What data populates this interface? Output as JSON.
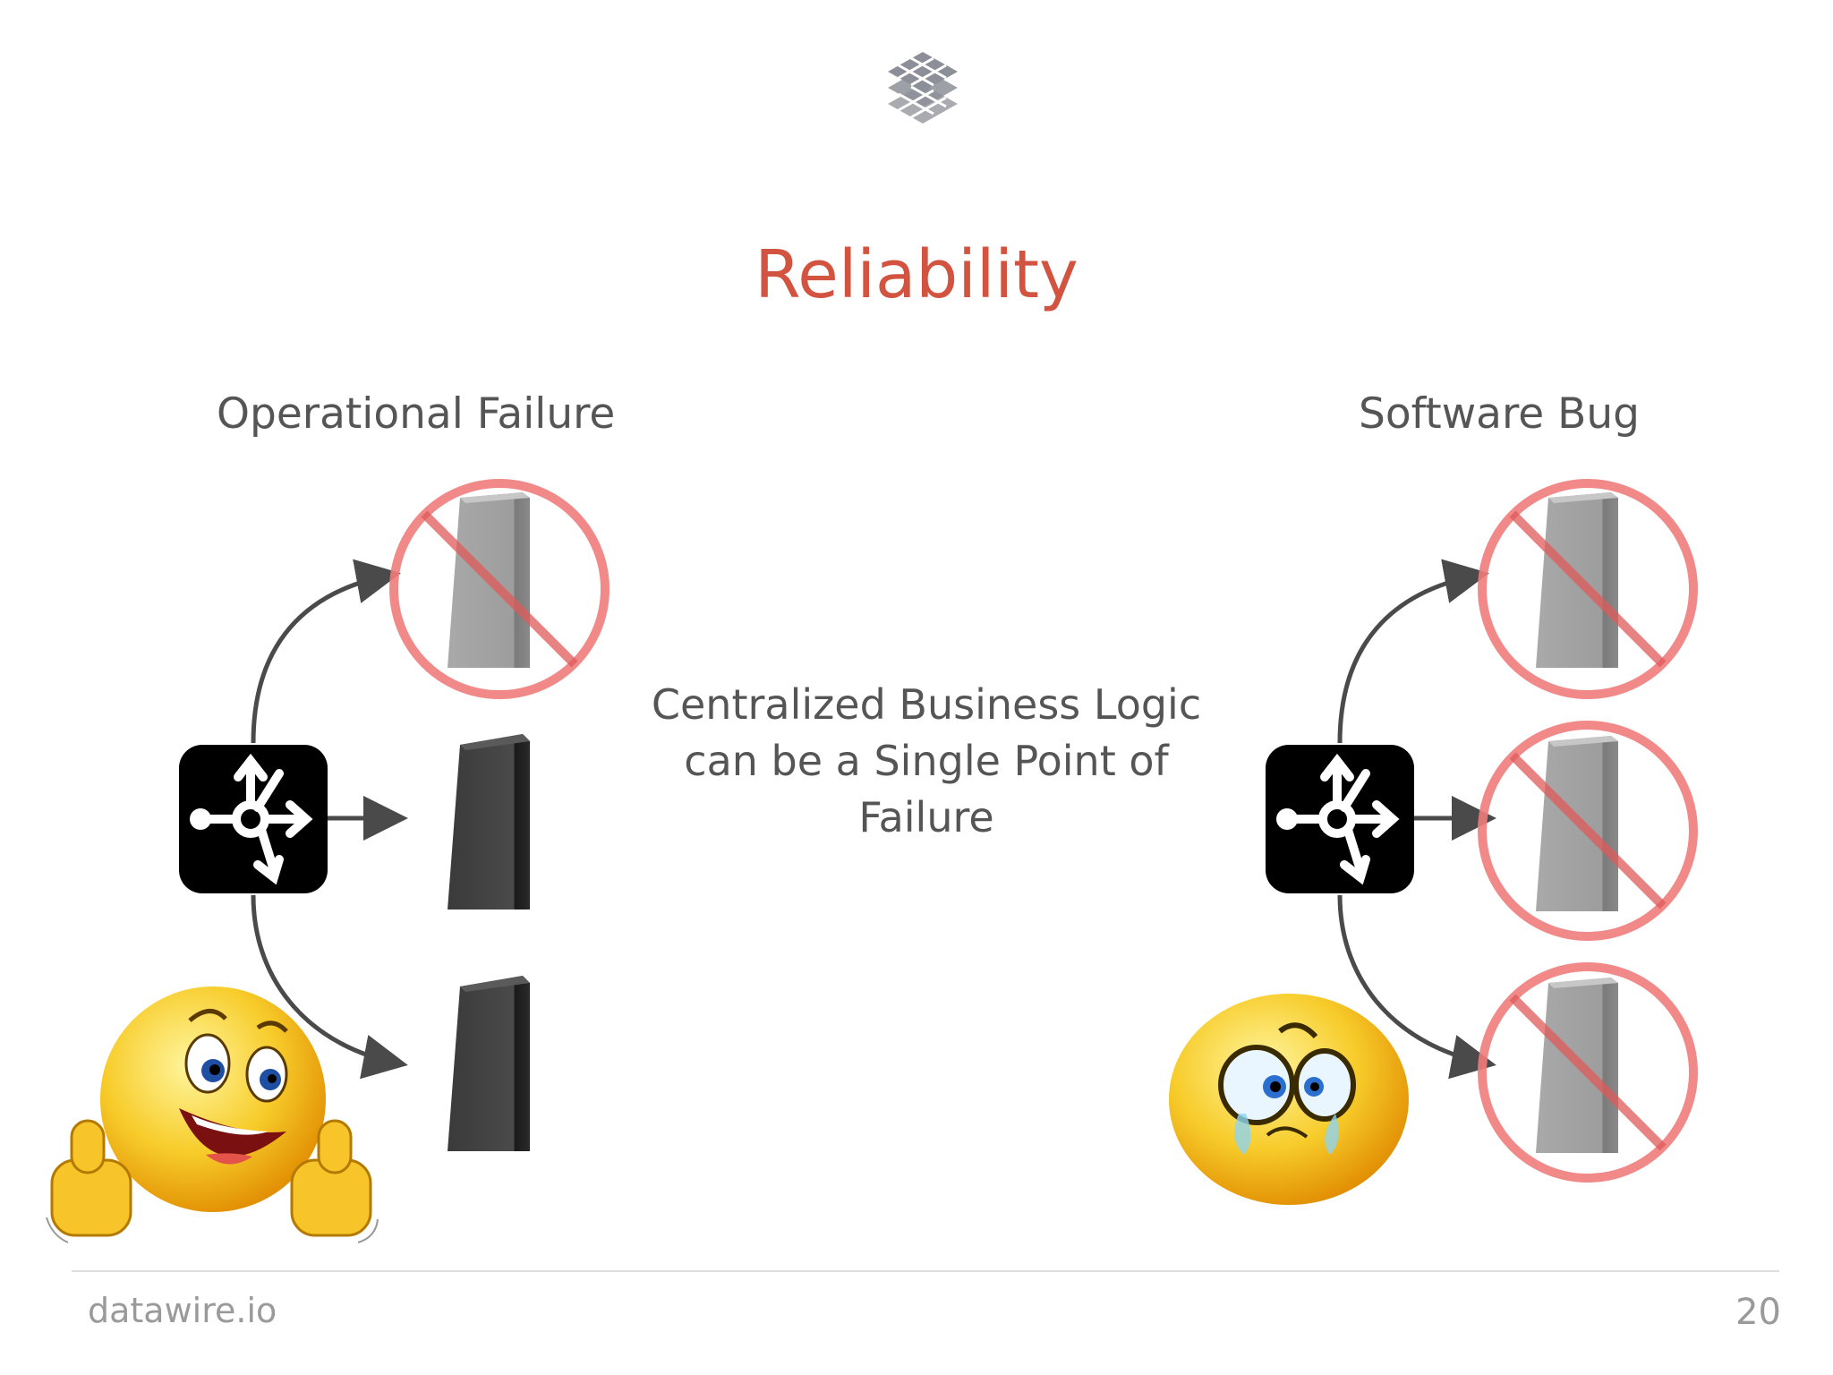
{
  "slide": {
    "title": "Reliability",
    "left_label": "Operational Failure",
    "right_label": "Software Bug",
    "center_text": "Centralized Business Logic can be a Single Point of Failure"
  },
  "footer": {
    "brand": "datawire.io",
    "page_number": "20"
  },
  "icons": {
    "logo": "datawire-lattice-logo",
    "router": "router-icon",
    "server": "server-tower-icon",
    "prohibited": "prohibited-sign-icon",
    "happy": "thumbs-up-smiley-icon",
    "sad": "crying-smiley-icon"
  },
  "colors": {
    "title": "#d2533f",
    "prohibited": "#f07c7c",
    "text": "#555555"
  },
  "diagram": {
    "left_servers_failed": [
      true,
      false,
      false
    ],
    "right_servers_failed": [
      true,
      true,
      true
    ]
  }
}
